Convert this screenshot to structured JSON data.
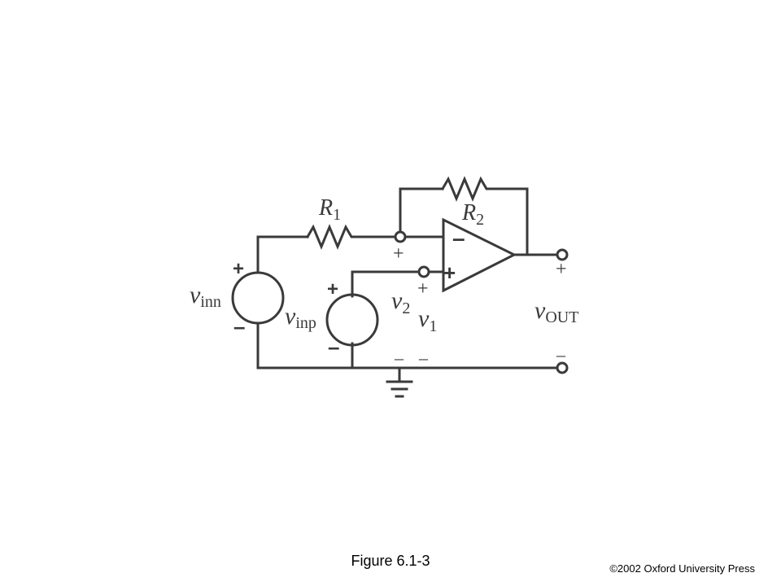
{
  "diagram": {
    "labels": {
      "r1": {
        "main": "R",
        "sub": "1"
      },
      "r2": {
        "main": "R",
        "sub": "2"
      },
      "v_inn": {
        "main": "v",
        "sub": "inn"
      },
      "v_inp": {
        "main": "v",
        "sub": "inp"
      },
      "v2": {
        "main": "v",
        "sub": "2"
      },
      "v1": {
        "main": "v",
        "sub": "1"
      },
      "v_out": {
        "main": "v",
        "sub": "OUT"
      }
    },
    "signs": {
      "plus": "+",
      "minus": "–",
      "plus_bold": "+",
      "minus_bold": "–"
    }
  },
  "caption": "Figure 6.1-3",
  "copyright": "©2002 Oxford University Press"
}
